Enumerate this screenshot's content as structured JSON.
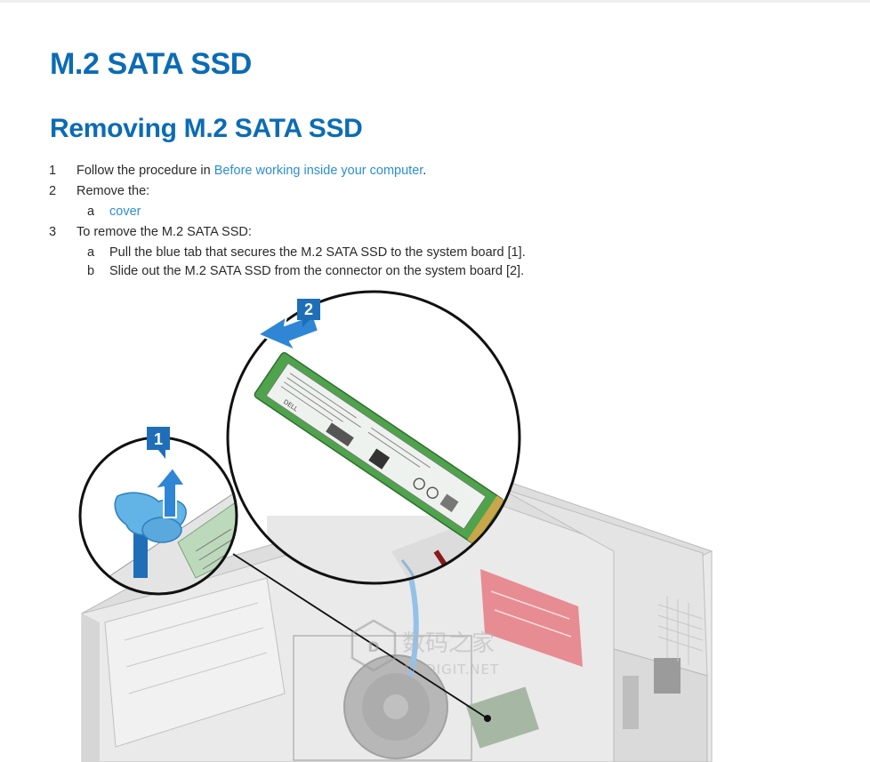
{
  "headings": {
    "title": "M.2 SATA SSD",
    "subtitle": "Removing M.2 SATA SSD"
  },
  "steps": [
    {
      "num": "1",
      "text_before": "Follow the procedure in ",
      "link": "Before working inside your computer",
      "text_after": "."
    },
    {
      "num": "2",
      "text": "Remove the:",
      "sub": [
        {
          "letter": "a",
          "link": "cover"
        }
      ]
    },
    {
      "num": "3",
      "text": "To remove the M.2 SATA SSD:",
      "sub": [
        {
          "letter": "a",
          "text": "Pull the blue tab that secures the M.2 SATA SSD to the system board [1]."
        },
        {
          "letter": "b",
          "text": "Slide out the M.2 SATA SSD from the connector on the system board [2]."
        }
      ]
    }
  ],
  "figure": {
    "callout_1": "1",
    "callout_2": "2",
    "ssd_brand": "DELL",
    "watermark_cn": "数码之家",
    "watermark_en": "MYDIGIT.NET",
    "colors": {
      "callout_blue": "#1e6fb8",
      "arrow_blue": "#2f86d4",
      "tab_blue": "#62b3e6",
      "pcb_green": "#4fa34c",
      "card_red": "#d5303a"
    }
  }
}
